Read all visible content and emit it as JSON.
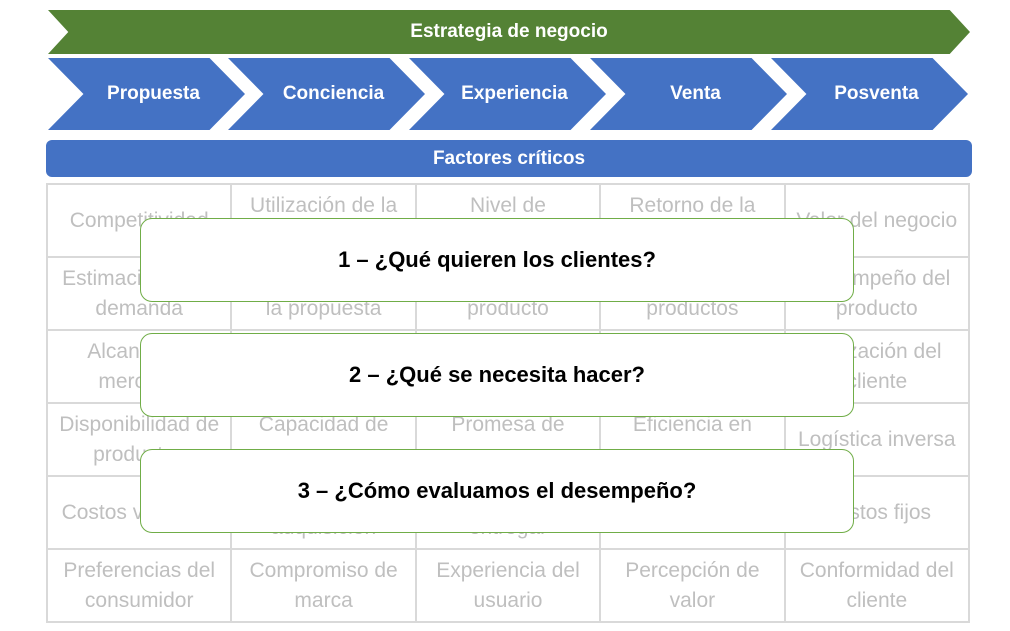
{
  "colors": {
    "green": "#548235",
    "blue": "#4472c4",
    "grid_line": "#d9d9d9",
    "grid_text": "#bfbfbf",
    "box_border": "#70ad47"
  },
  "banner": {
    "label": "Estrategia de negocio"
  },
  "stages": [
    {
      "label": "Propuesta"
    },
    {
      "label": "Conciencia"
    },
    {
      "label": "Experiencia"
    },
    {
      "label": "Venta"
    },
    {
      "label": "Posventa"
    }
  ],
  "factors": {
    "label": "Factores críticos"
  },
  "grid": {
    "rows": [
      [
        "Competitividad",
        "Utilización de la",
        "Nivel de",
        "Retorno de la",
        "Valor del negocio"
      ],
      [
        "Estimación de la demanda",
        "la propuesta",
        "producto",
        "productos",
        "Desempeño del producto"
      ],
      [
        "Alcance de mercado",
        "",
        "",
        "",
        "Utilización del cliente"
      ],
      [
        "Disponibilidad de productos",
        "Capacidad de",
        "Promesa de",
        "Eficiencia en",
        "Logística inversa"
      ],
      [
        "Costos variables",
        "adquisición",
        "entregar",
        "",
        "Costos fijos"
      ],
      [
        "Preferencias del consumidor",
        "Compromiso de marca",
        "Experiencia del usuario",
        "Percepción de valor",
        "Conformidad del cliente"
      ]
    ]
  },
  "questions": [
    {
      "label": "1 – ¿Qué quieren los clientes?"
    },
    {
      "label": "2 – ¿Qué se necesita hacer?"
    },
    {
      "label": "3 – ¿Cómo evaluamos el desempeño?"
    }
  ]
}
